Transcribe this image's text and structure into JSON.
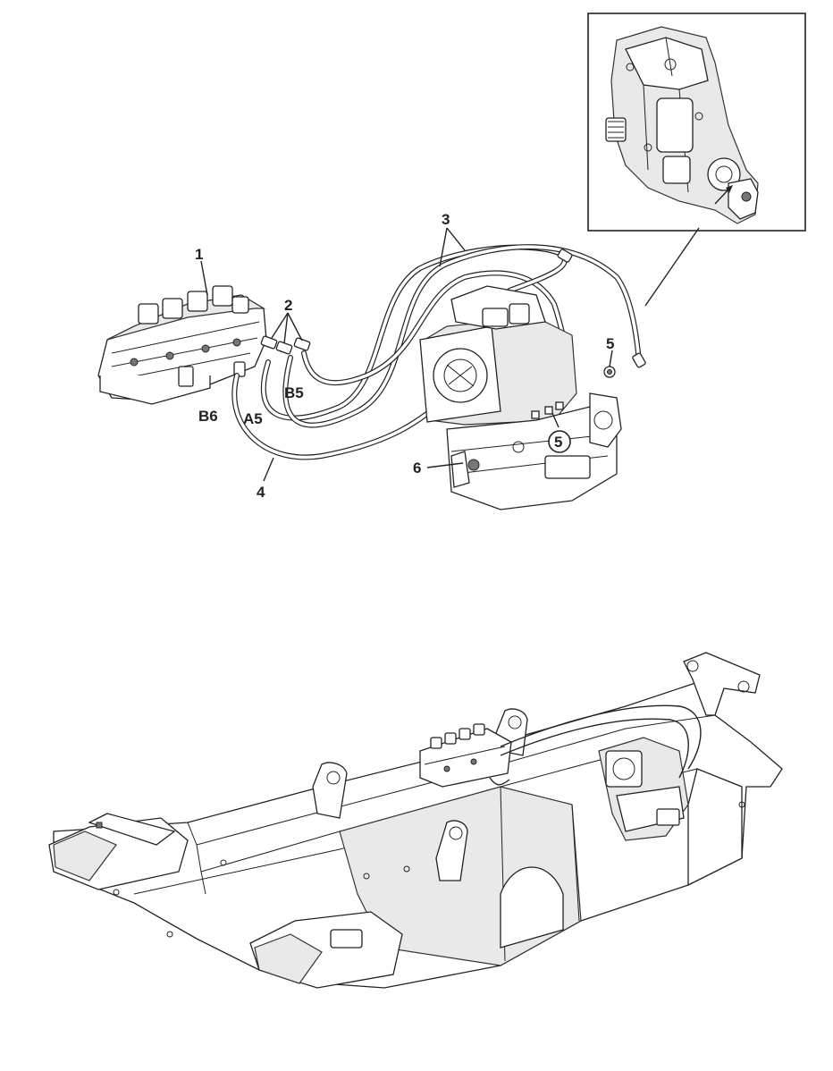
{
  "callouts": {
    "item_1": "1",
    "item_2": "2",
    "item_3": "3",
    "item_4": "4",
    "item_5_top": "5",
    "item_5_circled": "5",
    "item_6": "6",
    "port_b5": "B5",
    "port_a5": "A5",
    "port_b6": "B6"
  },
  "colors": {
    "line": "#222222",
    "background": "#ffffff",
    "shade": "#e9e9e9"
  }
}
